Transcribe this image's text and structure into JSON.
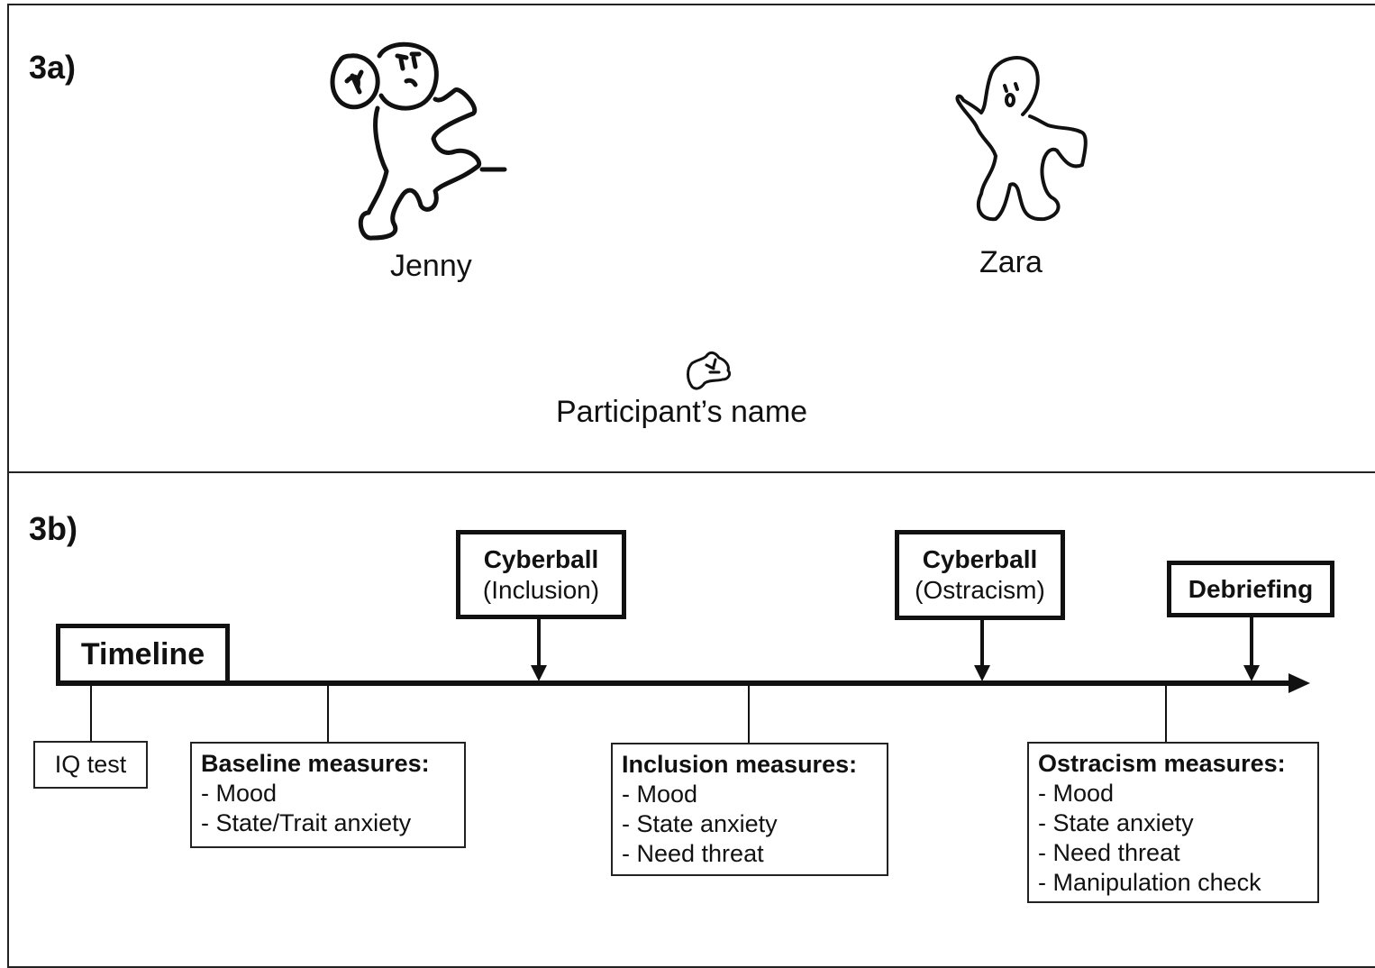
{
  "panel_a": {
    "label": "3a)",
    "players": [
      {
        "name": "Jenny"
      },
      {
        "name": "Zara"
      }
    ],
    "participant_label": "Participant’s name"
  },
  "panel_b": {
    "label": "3b)",
    "timeline_label": "Timeline",
    "events_above": [
      {
        "title": "Cyberball",
        "subtitle": "(Inclusion)"
      },
      {
        "title": "Cyberball",
        "subtitle": "(Ostracism)"
      },
      {
        "title": "Debriefing",
        "subtitle": ""
      }
    ],
    "measures": [
      {
        "title": "IQ test",
        "items": []
      },
      {
        "title": "Baseline measures:",
        "items": [
          "- Mood",
          "- State/Trait anxiety"
        ]
      },
      {
        "title": "Inclusion measures:",
        "items": [
          "- Mood",
          "- State anxiety",
          "- Need threat"
        ]
      },
      {
        "title": "Ostracism measures:",
        "items": [
          "- Mood",
          "- State anxiety",
          "- Need threat",
          "- Manipulation check"
        ]
      }
    ]
  }
}
